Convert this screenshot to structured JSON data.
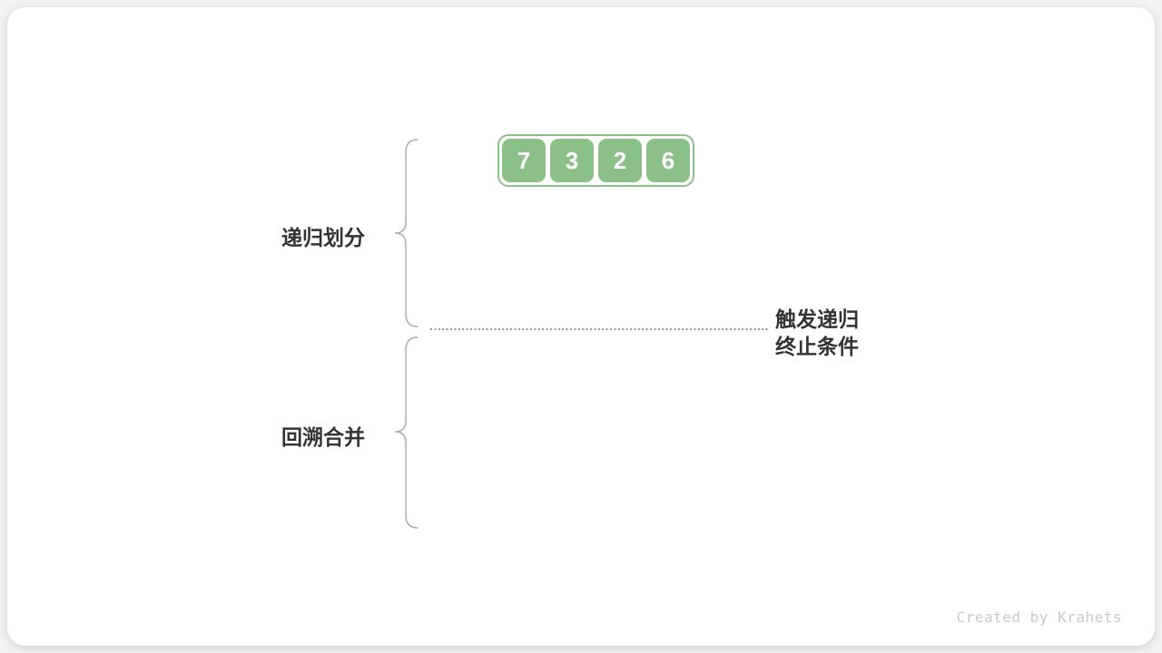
{
  "diagram": {
    "array": {
      "values": [
        "7",
        "3",
        "2",
        "6"
      ]
    },
    "labels": {
      "divide": "递归划分",
      "merge": "回溯合并"
    },
    "annotation": {
      "line1": "触发递归",
      "line2": "终止条件"
    },
    "footer": "Created by Krahets",
    "colors": {
      "green": "#8CC089",
      "label_text": "#333333",
      "brace": "#ADADAD",
      "dotted_line": "#999999",
      "footer_text": "#C9C9C9",
      "card_bg": "#FFFFFF",
      "page_bg": "#F2F2F2"
    }
  }
}
